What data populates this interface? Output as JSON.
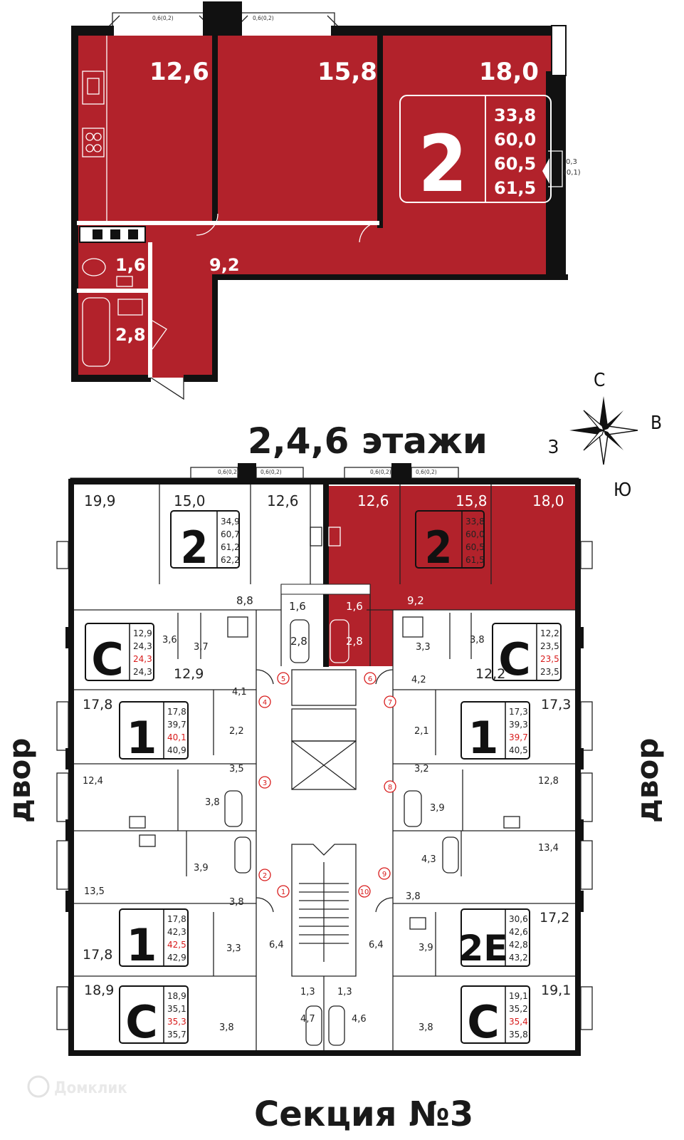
{
  "top_plan": {
    "rooms": {
      "kitchen": "12,6",
      "room1": "15,8",
      "room2": "18,0",
      "toilet": "1,6",
      "hall": "9,2",
      "bath": "2,8"
    },
    "balconies": [
      "0,6(0,2)",
      "0,6(0,2)"
    ],
    "side_balcony": [
      "0,3",
      "(0,1)"
    ],
    "badge": {
      "rooms": "2",
      "areas": [
        "33,8",
        "60,0",
        "60,5",
        "61,5"
      ]
    }
  },
  "floor_title": "2,4,6 этажи",
  "compass": {
    "n": "С",
    "e": "В",
    "w": "З",
    "s": "Ю"
  },
  "side_labels": {
    "left": "двор",
    "right": "двор"
  },
  "section_title": "Секция №3",
  "watermark": "Домклик",
  "stairs_numbers": [
    "1",
    "2",
    "3",
    "4",
    "5",
    "6",
    "7",
    "8",
    "9",
    "10"
  ],
  "floor_plan": {
    "top_row": {
      "room_a": "19,9",
      "apt2_left": {
        "rooms": "2",
        "big": "15,0",
        "areas": [
          "34,9",
          "60,7",
          "61,2",
          "62,2"
        ]
      },
      "kitchen_left": "12,6",
      "kitchen_right": "12,6",
      "apt2_right": {
        "rooms": "2",
        "big": "15,8",
        "areas": [
          "33,8",
          "60,0",
          "60,5",
          "61,5"
        ]
      },
      "room_right": "18,0",
      "hall_left": "8,8",
      "hall_right": "9,2",
      "wc_left": "1,6",
      "wc_right": "1,6",
      "bath_left": "2,8",
      "bath_right": "2,8",
      "balconies": [
        "0,6(0,2)",
        "0,6(0,2)",
        "0,6(0,2)",
        "0,6(0,2)"
      ]
    },
    "left_units": [
      {
        "type": "С",
        "areas": [
          "12,9",
          "24,3",
          "24,3",
          "24,3"
        ],
        "highlight": 2,
        "room": "12,9",
        "extra": [
          "3,6",
          "3,7",
          "4,1"
        ]
      },
      {
        "type": "1",
        "areas": [
          "17,8",
          "39,7",
          "40,1",
          "40,9"
        ],
        "highlight": 2,
        "room": "17,8",
        "extra": [
          "2,2",
          "3,5",
          "12,4",
          "3,8"
        ]
      },
      {
        "type": "1",
        "areas": [
          "17,8",
          "42,3",
          "42,5",
          "42,9"
        ],
        "highlight": 2,
        "room": "17,8",
        "extra": [
          "3,9",
          "13,5",
          "3,8",
          "3,3",
          "6,4"
        ]
      },
      {
        "type": "С",
        "areas": [
          "18,9",
          "35,1",
          "35,3",
          "35,7"
        ],
        "highlight": 2,
        "room": "18,9",
        "extra": [
          "3,8",
          "1,3",
          "4,7"
        ]
      }
    ],
    "right_units": [
      {
        "type": "С",
        "areas": [
          "12,2",
          "23,5",
          "23,5",
          "23,5"
        ],
        "highlight": 2,
        "room": "12,2",
        "extra": [
          "3,3",
          "3,8",
          "4,2"
        ]
      },
      {
        "type": "1",
        "areas": [
          "17,3",
          "39,3",
          "39,7",
          "40,5"
        ],
        "highlight": 2,
        "room": "17,3",
        "extra": [
          "2,1",
          "3,2",
          "12,8",
          "3,9"
        ]
      },
      {
        "type": "2Е",
        "areas": [
          "30,6",
          "42,6",
          "42,8",
          "43,2"
        ],
        "highlight": -1,
        "room": "17,2",
        "extra": [
          "13,4",
          "4,3",
          "3,8",
          "3,9",
          "6,4"
        ]
      },
      {
        "type": "С",
        "areas": [
          "19,1",
          "35,2",
          "35,4",
          "35,8"
        ],
        "highlight": 2,
        "room": "19,1",
        "extra": [
          "3,8",
          "1,3",
          "4,6"
        ]
      }
    ]
  },
  "colors": {
    "accent": "#b2222b",
    "red_text": "#d81b1b",
    "wall": "#111111"
  }
}
